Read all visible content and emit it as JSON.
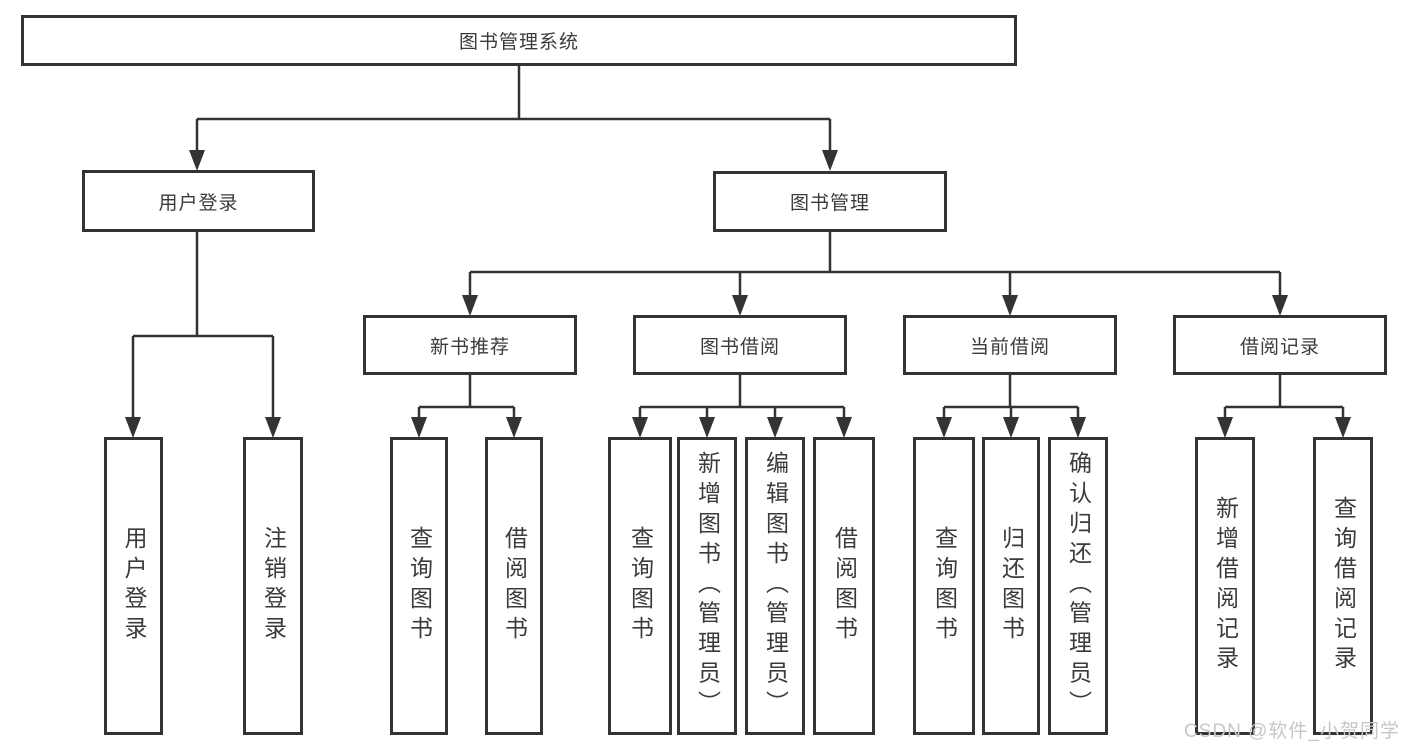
{
  "tree": {
    "label": "图书管理系统",
    "children": [
      {
        "label": "用户登录",
        "children": [
          {
            "label": "用户登录"
          },
          {
            "label": "注销登录"
          }
        ]
      },
      {
        "label": "图书管理",
        "children": [
          {
            "label": "新书推荐",
            "children": [
              {
                "label": "查询图书"
              },
              {
                "label": "借阅图书"
              }
            ]
          },
          {
            "label": "图书借阅",
            "children": [
              {
                "label": "查询图书"
              },
              {
                "label": "新增图书（管理员）"
              },
              {
                "label": "编辑图书（管理员）"
              },
              {
                "label": "借阅图书"
              }
            ]
          },
          {
            "label": "当前借阅",
            "children": [
              {
                "label": "查询图书"
              },
              {
                "label": "归还图书"
              },
              {
                "label": "确认归还（管理员）"
              }
            ]
          },
          {
            "label": "借阅记录",
            "children": [
              {
                "label": "新增借阅记录"
              },
              {
                "label": "查询借阅记录"
              }
            ]
          }
        ]
      }
    ]
  },
  "watermark": "CSDN @软件_小贺同学",
  "colors": {
    "line": "#333333",
    "text": "#3b3b3b",
    "watermark": "#c7c7c7"
  }
}
